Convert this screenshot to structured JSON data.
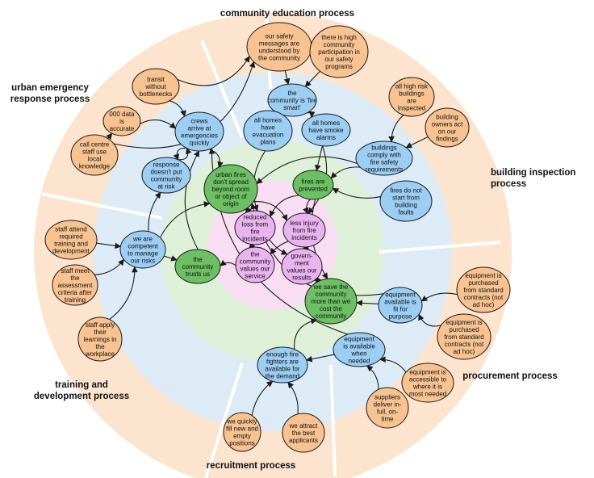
{
  "colors": {
    "ring_outer": "#fde4cf",
    "ring_blue": "#dcebf6",
    "ring_green": "#dff0d8",
    "ring_pink": "#f9ddf2",
    "orange": "#f8c291",
    "blue": "#9ccdf2",
    "green": "#6dbf63",
    "pink": "#e8b3ef",
    "sector_line": "#ffffff",
    "edge": "#1a1a1a"
  },
  "processes": {
    "community_education": [
      "community education process"
    ],
    "urban_emergency": [
      "urban emergency",
      "response process"
    ],
    "building_inspection": [
      "building inspection",
      "process"
    ],
    "procurement": [
      "procurement process"
    ],
    "recruitment": [
      "recruitment process"
    ],
    "training": [
      "training and",
      "development process"
    ]
  },
  "nodes": {
    "safety_messages": {
      "lines": [
        "our safety",
        "messages are",
        "understood by",
        "the community"
      ],
      "color": "orange"
    },
    "high_participation": {
      "lines": [
        "there is high",
        "community",
        "participation in",
        "our safety",
        "programs"
      ],
      "color": "orange"
    },
    "fire_smart": {
      "lines": [
        "the",
        "community is 'fire",
        "smart'"
      ],
      "color": "blue"
    },
    "evacuation_plans": {
      "lines": [
        "all homes",
        "have",
        "evacuation",
        "plans"
      ],
      "color": "blue"
    },
    "smoke_alarms": {
      "lines": [
        "all homes",
        "have smoke",
        "alarms"
      ],
      "color": "blue"
    },
    "transit": {
      "lines": [
        "transit",
        "without",
        "bottlenecks"
      ],
      "color": "orange"
    },
    "data_accurate": {
      "lines": [
        "000 data",
        "is",
        "accurate"
      ],
      "color": "orange"
    },
    "call_centre": {
      "lines": [
        "call centre",
        "staff use",
        "local",
        "knowledge"
      ],
      "color": "orange"
    },
    "crews_arrive": {
      "lines": [
        "crews",
        "arrive at",
        "emergencies",
        "quickly"
      ],
      "color": "blue"
    },
    "response_risk": {
      "lines": [
        "response",
        "doesn't put",
        "community",
        "at risk"
      ],
      "color": "blue"
    },
    "urban_fires": {
      "lines": [
        "urban fires",
        "don't spread",
        "beyond room",
        "or object of",
        "origin"
      ],
      "color": "green"
    },
    "fires_prevented": {
      "lines": [
        "fires are",
        "prevented"
      ],
      "color": "green"
    },
    "high_risk_inspected": {
      "lines": [
        "all high risk",
        "buildings",
        "are",
        "inspected"
      ],
      "color": "orange"
    },
    "owners_act": {
      "lines": [
        "building",
        "owners act",
        "on our",
        "findings"
      ],
      "color": "orange"
    },
    "buildings_comply": {
      "lines": [
        "buildings",
        "comply with",
        "fire safety",
        "requirements"
      ],
      "color": "blue"
    },
    "building_faults": {
      "lines": [
        "fires do not",
        "start from",
        "building",
        "faults"
      ],
      "color": "blue"
    },
    "reduced_loss": {
      "lines": [
        "reduced",
        "loss from",
        "fire",
        "incidents"
      ],
      "color": "pink"
    },
    "less_injury": {
      "lines": [
        "less injury",
        "from fire",
        "incidents"
      ],
      "color": "pink"
    },
    "values_service": {
      "lines": [
        "the",
        "community",
        "values our",
        "service"
      ],
      "color": "pink"
    },
    "govt_values": {
      "lines": [
        "govern-",
        "ment",
        "values our",
        "results"
      ],
      "color": "pink"
    },
    "trusts_us": {
      "lines": [
        "the",
        "community",
        "trusts us"
      ],
      "color": "green"
    },
    "save_community": {
      "lines": [
        "we save the",
        "community",
        "more than we",
        "cost the",
        "community"
      ],
      "color": "green"
    },
    "staff_attend": {
      "lines": [
        "staff attend",
        "required",
        "training and",
        "development"
      ],
      "color": "orange"
    },
    "competent": {
      "lines": [
        "we are",
        "competent",
        "to manage",
        "our risks"
      ],
      "color": "blue"
    },
    "assessment": {
      "lines": [
        "staff meet",
        "the",
        "assessment",
        "criteria after",
        "training"
      ],
      "color": "orange"
    },
    "apply_learnings": {
      "lines": [
        "staff apply",
        "their",
        "learnings in",
        "the",
        "workplace"
      ],
      "color": "orange"
    },
    "standard_contracts_a": {
      "lines": [
        "equipment is",
        "purchased",
        "from standard",
        "contracts (not",
        "ad hoc)"
      ],
      "color": "orange"
    },
    "fit_for_purpose": {
      "lines": [
        "equipment",
        "available is",
        "fit for",
        "purpose"
      ],
      "color": "blue"
    },
    "standard_contracts_b": {
      "lines": [
        "equipment is",
        "purchased",
        "from standard",
        "contracts (not",
        "ad hoc)"
      ],
      "color": "orange"
    },
    "equip_available": {
      "lines": [
        "equipment",
        "is available",
        "when",
        "needed"
      ],
      "color": "blue"
    },
    "enough_firefighters": {
      "lines": [
        "enough fire",
        "fighters are",
        "available for",
        "the demand"
      ],
      "color": "blue"
    },
    "equip_accessible": {
      "lines": [
        "equipment is",
        "accessible to",
        "where it is",
        "most needed"
      ],
      "color": "orange"
    },
    "suppliers": {
      "lines": [
        "suppliers",
        "deliver in-",
        "full, on-",
        "time"
      ],
      "color": "orange"
    },
    "fill_positions": {
      "lines": [
        "we quickly",
        "fill new and",
        "empty",
        "positions"
      ],
      "color": "orange"
    },
    "best_applicants": {
      "lines": [
        "we attract",
        "the best",
        "applicants"
      ],
      "color": "orange"
    }
  }
}
